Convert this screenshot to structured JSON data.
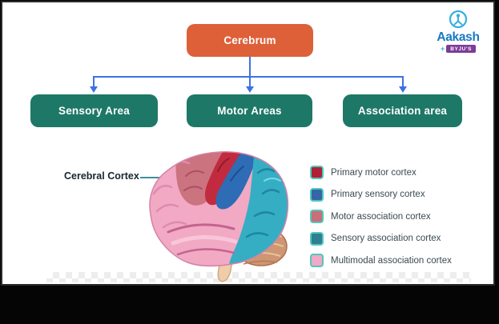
{
  "logo": {
    "brand": "Aakash",
    "badge": "BYJU'S",
    "plus": "+"
  },
  "flowchart": {
    "root": {
      "label": "Cerebrum"
    },
    "children": [
      {
        "label": "Sensory Area"
      },
      {
        "label": "Motor Areas"
      },
      {
        "label": "Association area"
      }
    ]
  },
  "figure": {
    "label": "Cerebral Cortex",
    "legend": [
      {
        "label": "Primary motor cortex",
        "color": "#AE2136"
      },
      {
        "label": "Primary sensory cortex",
        "color": "#3566A8"
      },
      {
        "label": "Motor association cortex",
        "color": "#CA6E79"
      },
      {
        "label": "Sensory association cortex",
        "color": "#2F7E92"
      },
      {
        "label": "Multimodal association cortex",
        "color": "#F0A9C6"
      }
    ],
    "swatch_border": "#4FC8BC",
    "brain": {
      "multimodal": "#F2A9C3",
      "motor_assoc": "#CC7380",
      "primary_motor": "#C22B3F",
      "primary_sensory": "#2E6CB5",
      "sensory_assoc": "#35AEC4",
      "cerebellum": "#CE9672",
      "brainstem": "#EECDAA"
    }
  },
  "colors": {
    "root_bg": "#DD6039",
    "child_bg": "#1D7867",
    "connector": "#3D72E3",
    "pointer": "#3E8FA0",
    "label_text": "#16262E",
    "legend_text": "#3A4A52"
  }
}
